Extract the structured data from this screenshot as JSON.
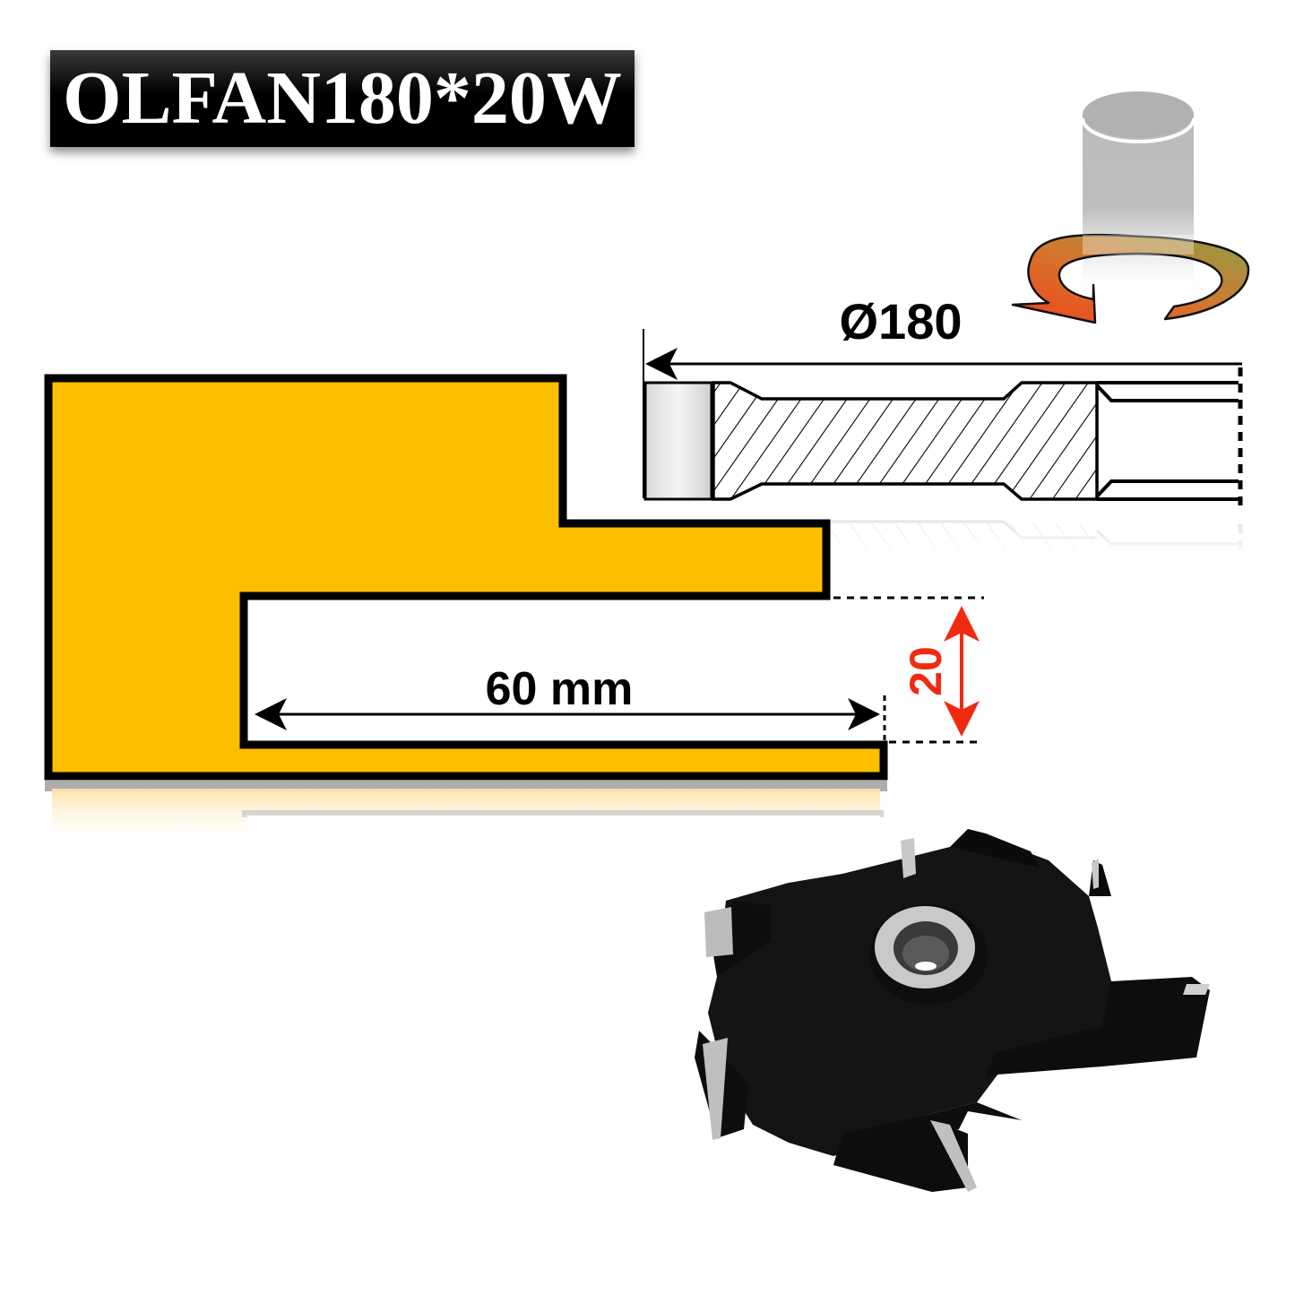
{
  "title": {
    "text": "OLFAN180*20W"
  },
  "dimensions": {
    "diameter_label": "Ø180",
    "width_label": "60 mm",
    "height_label": "20"
  },
  "icons": {
    "rotation": "rotation-arrow-icon",
    "spindle": "spindle-cylinder-icon"
  },
  "colors": {
    "profile_fill": "#FDBE00",
    "outline": "#000000",
    "dimension_red": "#F02A10",
    "arrow_orange": "#E8461A",
    "arrow_green": "#8FA048",
    "title_bg": "#000000",
    "title_text": "#FFFFFF"
  },
  "product": {
    "name": "cutter-head-photo"
  }
}
